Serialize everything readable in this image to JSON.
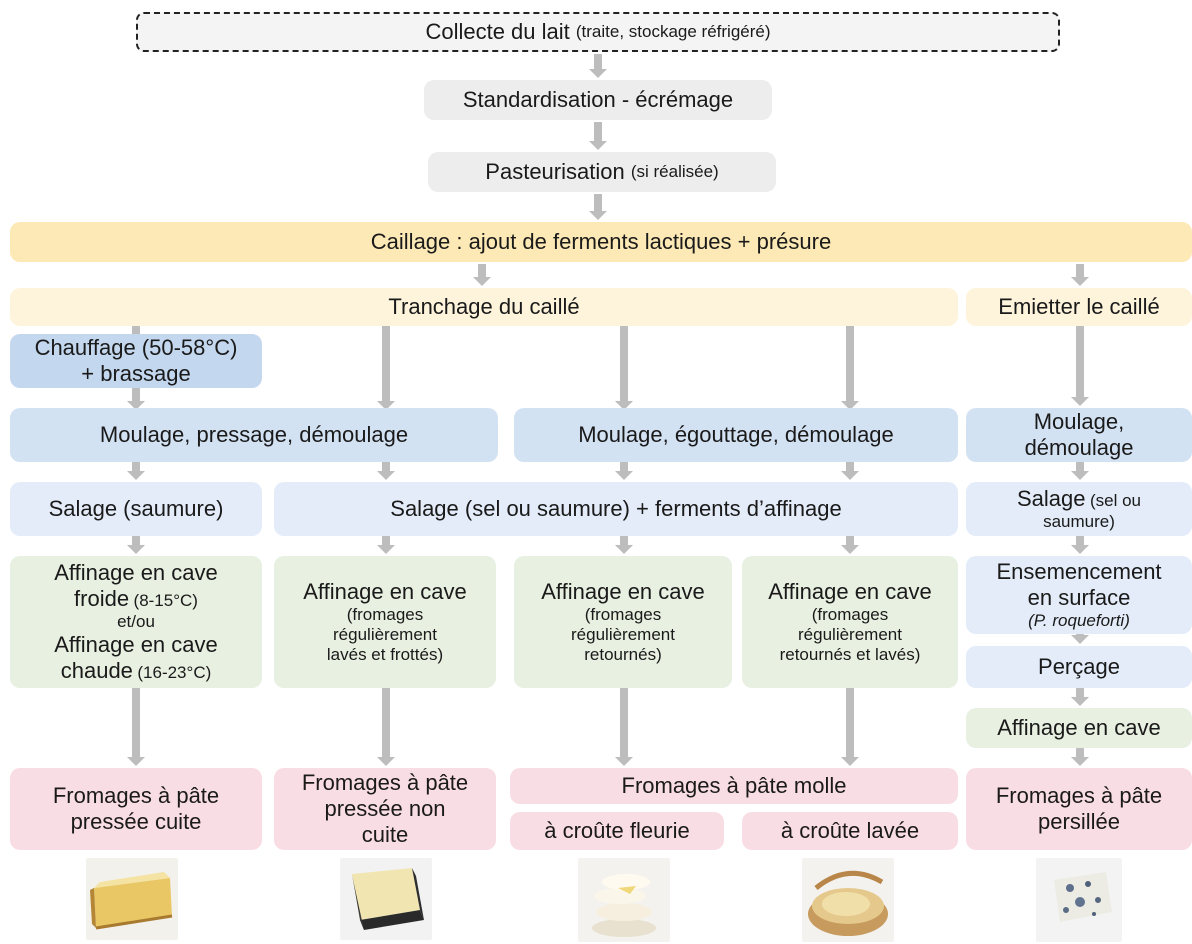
{
  "steps": {
    "collecte": "Collecte du lait",
    "collecte_note": "(traite, stockage réfrigéré)",
    "standardisation": "Standardisation - écrémage",
    "pasteurisation": "Pasteurisation",
    "pasteurisation_note": "(si réalisée)",
    "caillage": "Caillage : ajout de ferments lactiques + présure",
    "tranchage": "Tranchage du caillé",
    "emietter": "Emietter le caillé",
    "chauffage_1": "Chauffage (50-58°C)",
    "chauffage_2": "+ brassage",
    "moulage_presse": "Moulage, pressage, démoulage",
    "moulage_egoutte": "Moulage, égouttage, démoulage",
    "moulage_persille_1": "Moulage,",
    "moulage_persille_2": "démoulage",
    "salage_saumure": "Salage (saumure)",
    "salage_ferments": "Salage (sel ou saumure) + ferments d’affinage",
    "salage_persille_1": "Salage",
    "salage_persille_1b": "(sel ou",
    "salage_persille_2": "saumure)",
    "ensemencement_1": "Ensemencement",
    "ensemencement_2": "en surface",
    "ensemencement_3": "(P. roqueforti)",
    "percage": "Perçage"
  },
  "affinage": {
    "cuite_1": "Affinage en cave",
    "cuite_2": "froide",
    "cuite_2b": "(8-15°C)",
    "cuite_3": "et/ou",
    "cuite_4": "Affinage en cave",
    "cuite_5": "chaude",
    "cuite_5b": "(16-23°C)",
    "lave_title": "Affinage en cave",
    "lave_1": "(fromages",
    "lave_2": "régulièrement",
    "lave_3": "lavés et frottés)",
    "retourne_title": "Affinage en cave",
    "retourne_1": "(fromages",
    "retourne_2": "régulièrement",
    "retourne_3": "retournés)",
    "retourne_lave_title": "Affinage en cave",
    "retourne_lave_1": "(fromages",
    "retourne_lave_2": "régulièrement",
    "retourne_lave_3": "retournés et lavés)",
    "persille": "Affinage en cave"
  },
  "products": {
    "cuite_1": "Fromages à pâte",
    "cuite_2": "pressée cuite",
    "non_cuite_1": "Fromages à pâte",
    "non_cuite_2": "pressée non",
    "non_cuite_3": "cuite",
    "molle": "Fromages à pâte molle",
    "fleurie": "à croûte fleurie",
    "lavee": "à croûte lavée",
    "persillee_1": "Fromages à pâte",
    "persillee_2": "persillée"
  },
  "colors": {
    "arrow": "#bdbdbd",
    "gray": "#ededed",
    "orange": "#fde9b6",
    "light_orange": "#fef4dc",
    "blue": "#c3d7ee",
    "light_blue": "#e3ecf8",
    "green": "#e8f0e1",
    "pink": "#f9dde4"
  }
}
